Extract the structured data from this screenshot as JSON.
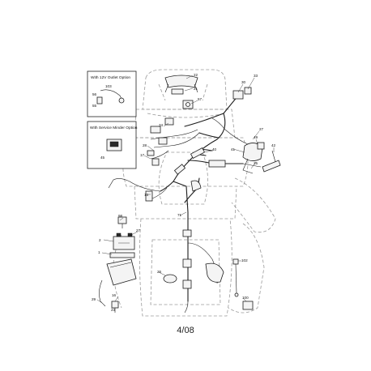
{
  "inset_12v": {
    "title": "With 12V Outlet Option",
    "callouts": [
      "103",
      "56",
      "55"
    ]
  },
  "inset_service_minder": {
    "title": "With Service Minder Option",
    "callouts": [
      "45"
    ]
  },
  "callouts": {
    "c22": "22",
    "c21": "21",
    "c33": "33",
    "c30": "30",
    "c57": "57",
    "c34": "34",
    "c28": "28",
    "c27": "27",
    "c41": "41",
    "c42": "42",
    "c49": "49",
    "c25": "25",
    "c40": "40",
    "c17": "17",
    "c15": "15",
    "c71": "71",
    "c98": "98",
    "c2": "2",
    "c1": "1",
    "c26": "26",
    "c16": "16",
    "c29": "29",
    "c23": "23",
    "c102": "102",
    "c100": "100"
  },
  "page_number": "4/08"
}
